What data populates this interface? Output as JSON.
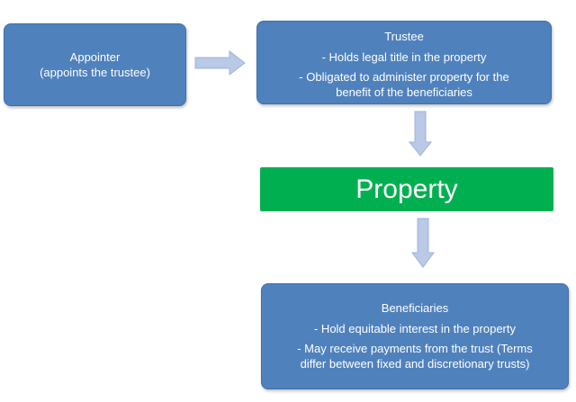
{
  "appointer": {
    "line1": "Appointer",
    "line2": "(appoints the trustee)"
  },
  "trustee": {
    "title": "Trustee",
    "bullet1": "- Holds legal title in the property",
    "bullet2_line1": "- Obligated to administer property  for the",
    "bullet2_line2": "benefit of the beneficiaries"
  },
  "property": {
    "label": "Property"
  },
  "beneficiaries": {
    "title": "Beneficiaries",
    "bullet1": "- Hold equitable interest in the property",
    "bullet2_line1": "- May receive payments from the trust (Terms",
    "bullet2_line2": "differ between fixed and discretionary trusts)"
  },
  "colors": {
    "box_fill": "#4f81bd",
    "property_fill": "#00b050",
    "arrow_fill": "#b9c9e6",
    "arrow_stroke": "#9db3db"
  }
}
